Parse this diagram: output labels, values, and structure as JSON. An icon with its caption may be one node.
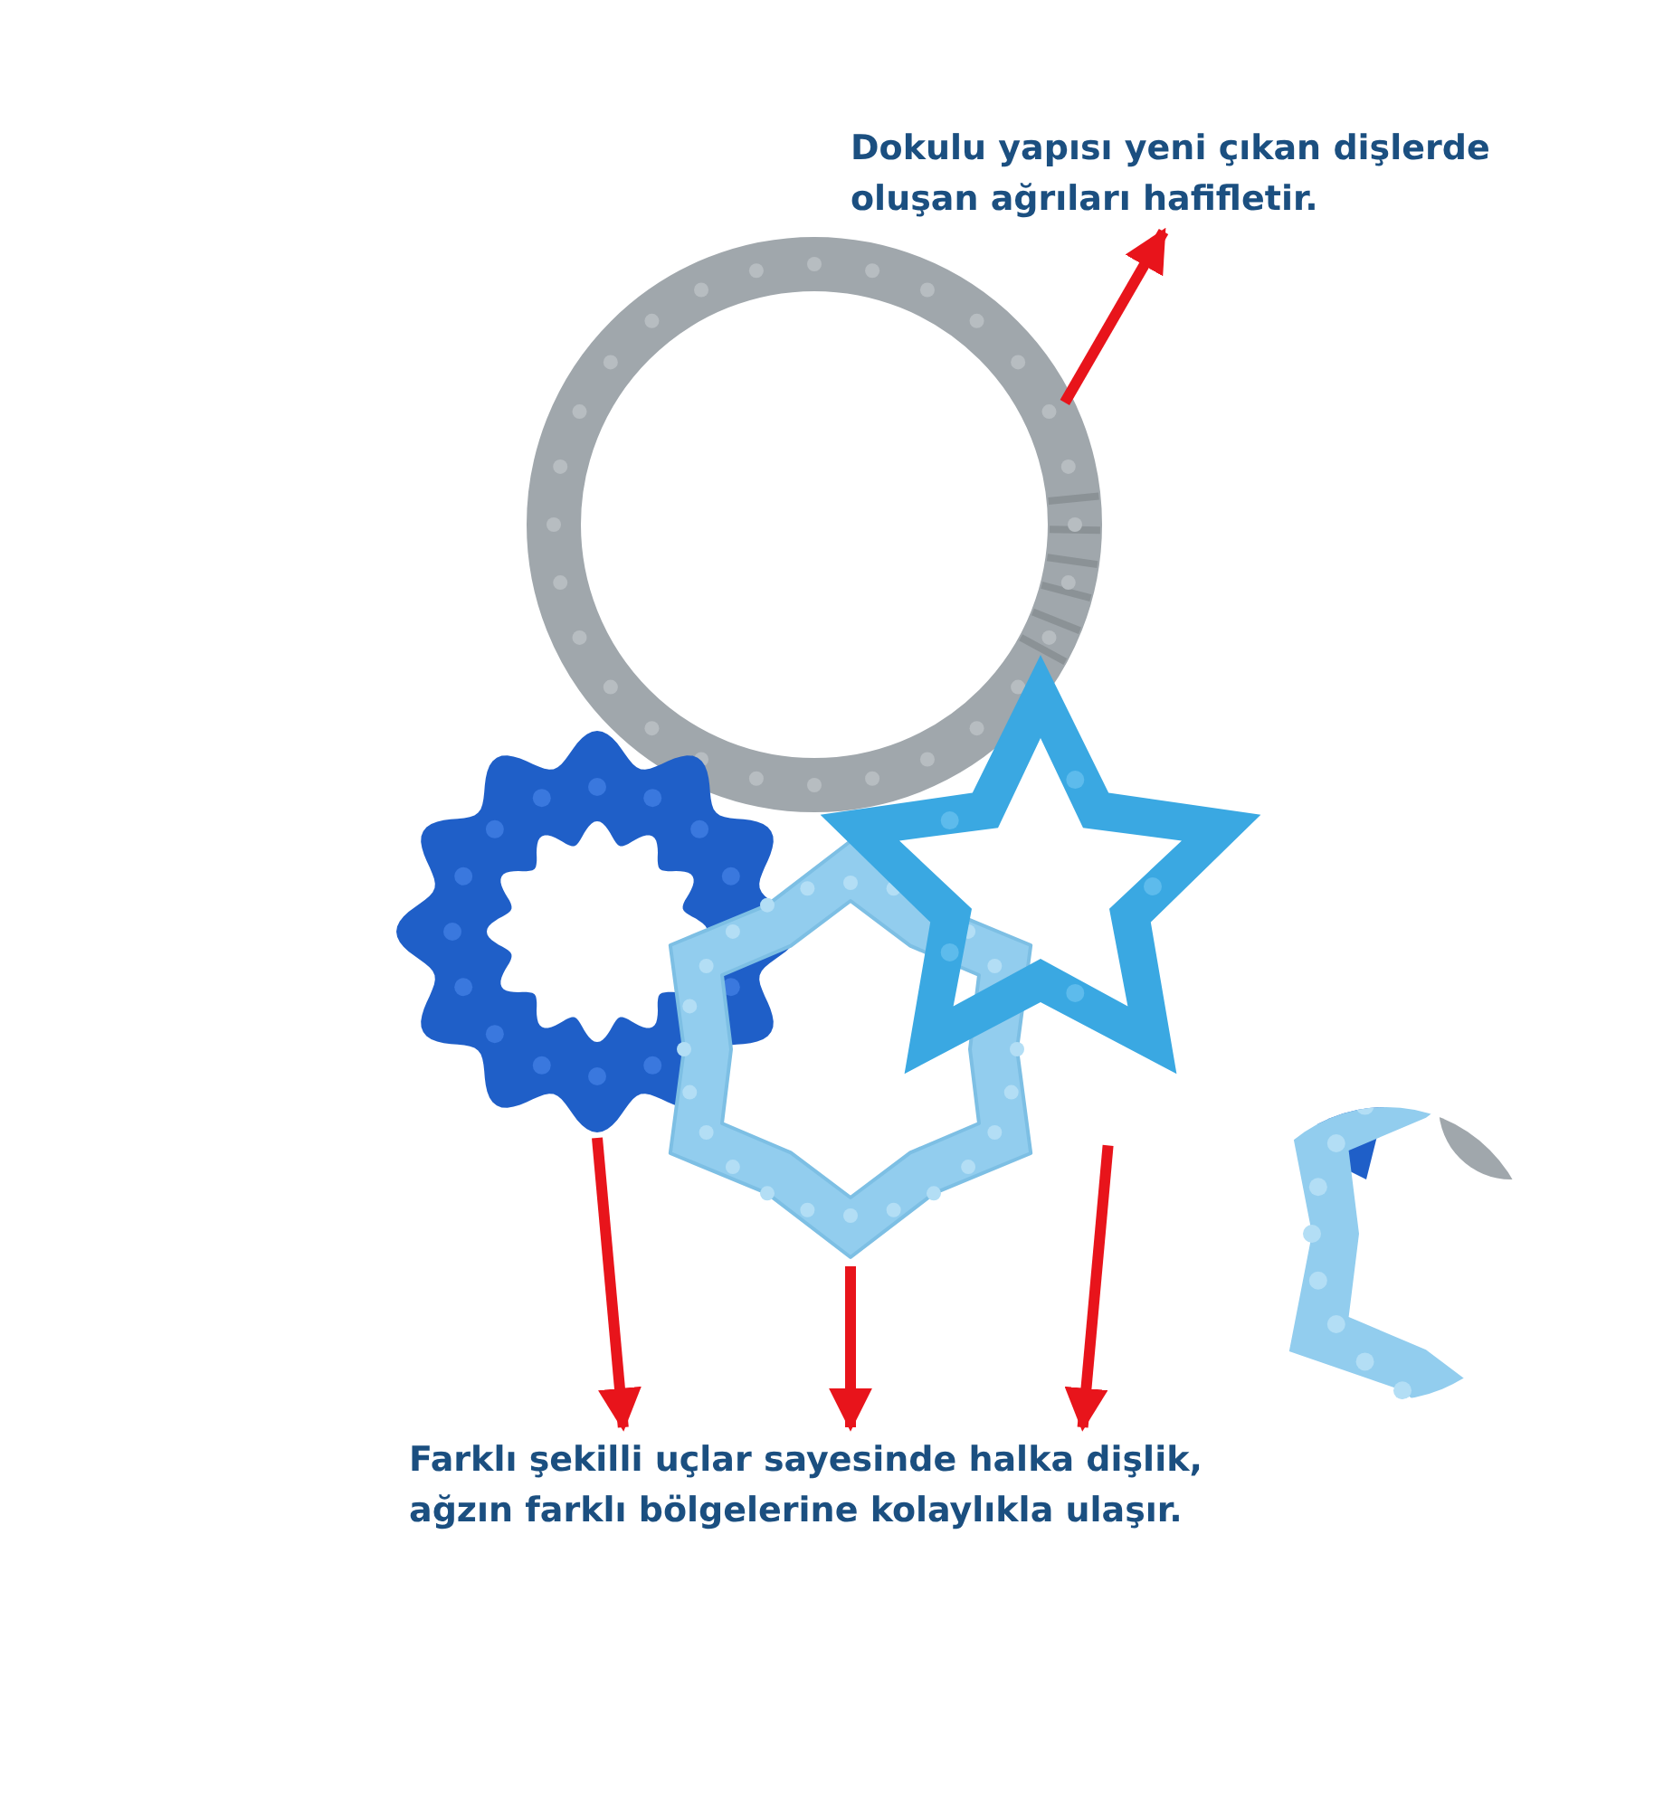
{
  "diagram": {
    "nodes": [
      {
        "text": [
          "Dokulu yapısı yeni çıkan dişlerde oluşan ağrıları hafifletir."
        ]
      },
      {
        "text": [],
        "shape": "picture"
      },
      {
        "text": [],
        "shape": "picture"
      },
      {
        "text": [],
        "shape": "picture"
      },
      {
        "text": [],
        "shape": "picture"
      },
      {
        "text": [
          "Farklı şekilli uçlar sayesinde halka dişlik, ağzın farklı bölgelerine kolaylıkla ulaşır."
        ]
      }
    ],
    "edges": [
      {
        "from": 1,
        "to": 0,
        "arrow": "to"
      },
      {
        "from": 2,
        "to": 5,
        "arrow": "to"
      },
      {
        "from": 3,
        "to": 5,
        "arrow": "to"
      },
      {
        "from": 4,
        "to": 5,
        "arrow": "to"
      }
    ]
  }
}
